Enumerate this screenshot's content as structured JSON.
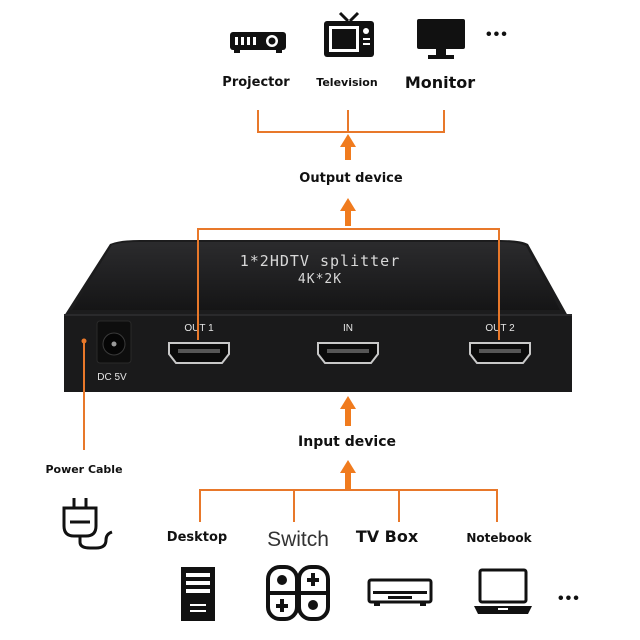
{
  "output_devices": [
    {
      "label": "Projector",
      "icon": "projector-icon"
    },
    {
      "label": "Television",
      "icon": "television-icon"
    },
    {
      "label": "Monitor",
      "icon": "monitor-icon"
    }
  ],
  "output_more": "•••",
  "output_label": "Output device",
  "device": {
    "title": "1*2HDTV splitter",
    "subtitle": "4K*2K",
    "ports": [
      {
        "label": "OUT 1"
      },
      {
        "label": "IN"
      },
      {
        "label": "OUT 2"
      }
    ],
    "power_port_label": "DC 5V"
  },
  "input_label": "Input device",
  "power_label": "Power Cable",
  "input_devices": [
    {
      "label": "Desktop",
      "icon": "desktop-tower-icon"
    },
    {
      "label": "Switch",
      "icon": "game-console-icon"
    },
    {
      "label": "TV Box",
      "icon": "tv-box-icon"
    },
    {
      "label": "Notebook",
      "icon": "laptop-icon"
    }
  ],
  "input_more": "•••",
  "colors": {
    "connector_line": "#e8782a",
    "arrow": "#f07b1e",
    "device_body": "#1d1d1f",
    "icon": "#111111"
  }
}
